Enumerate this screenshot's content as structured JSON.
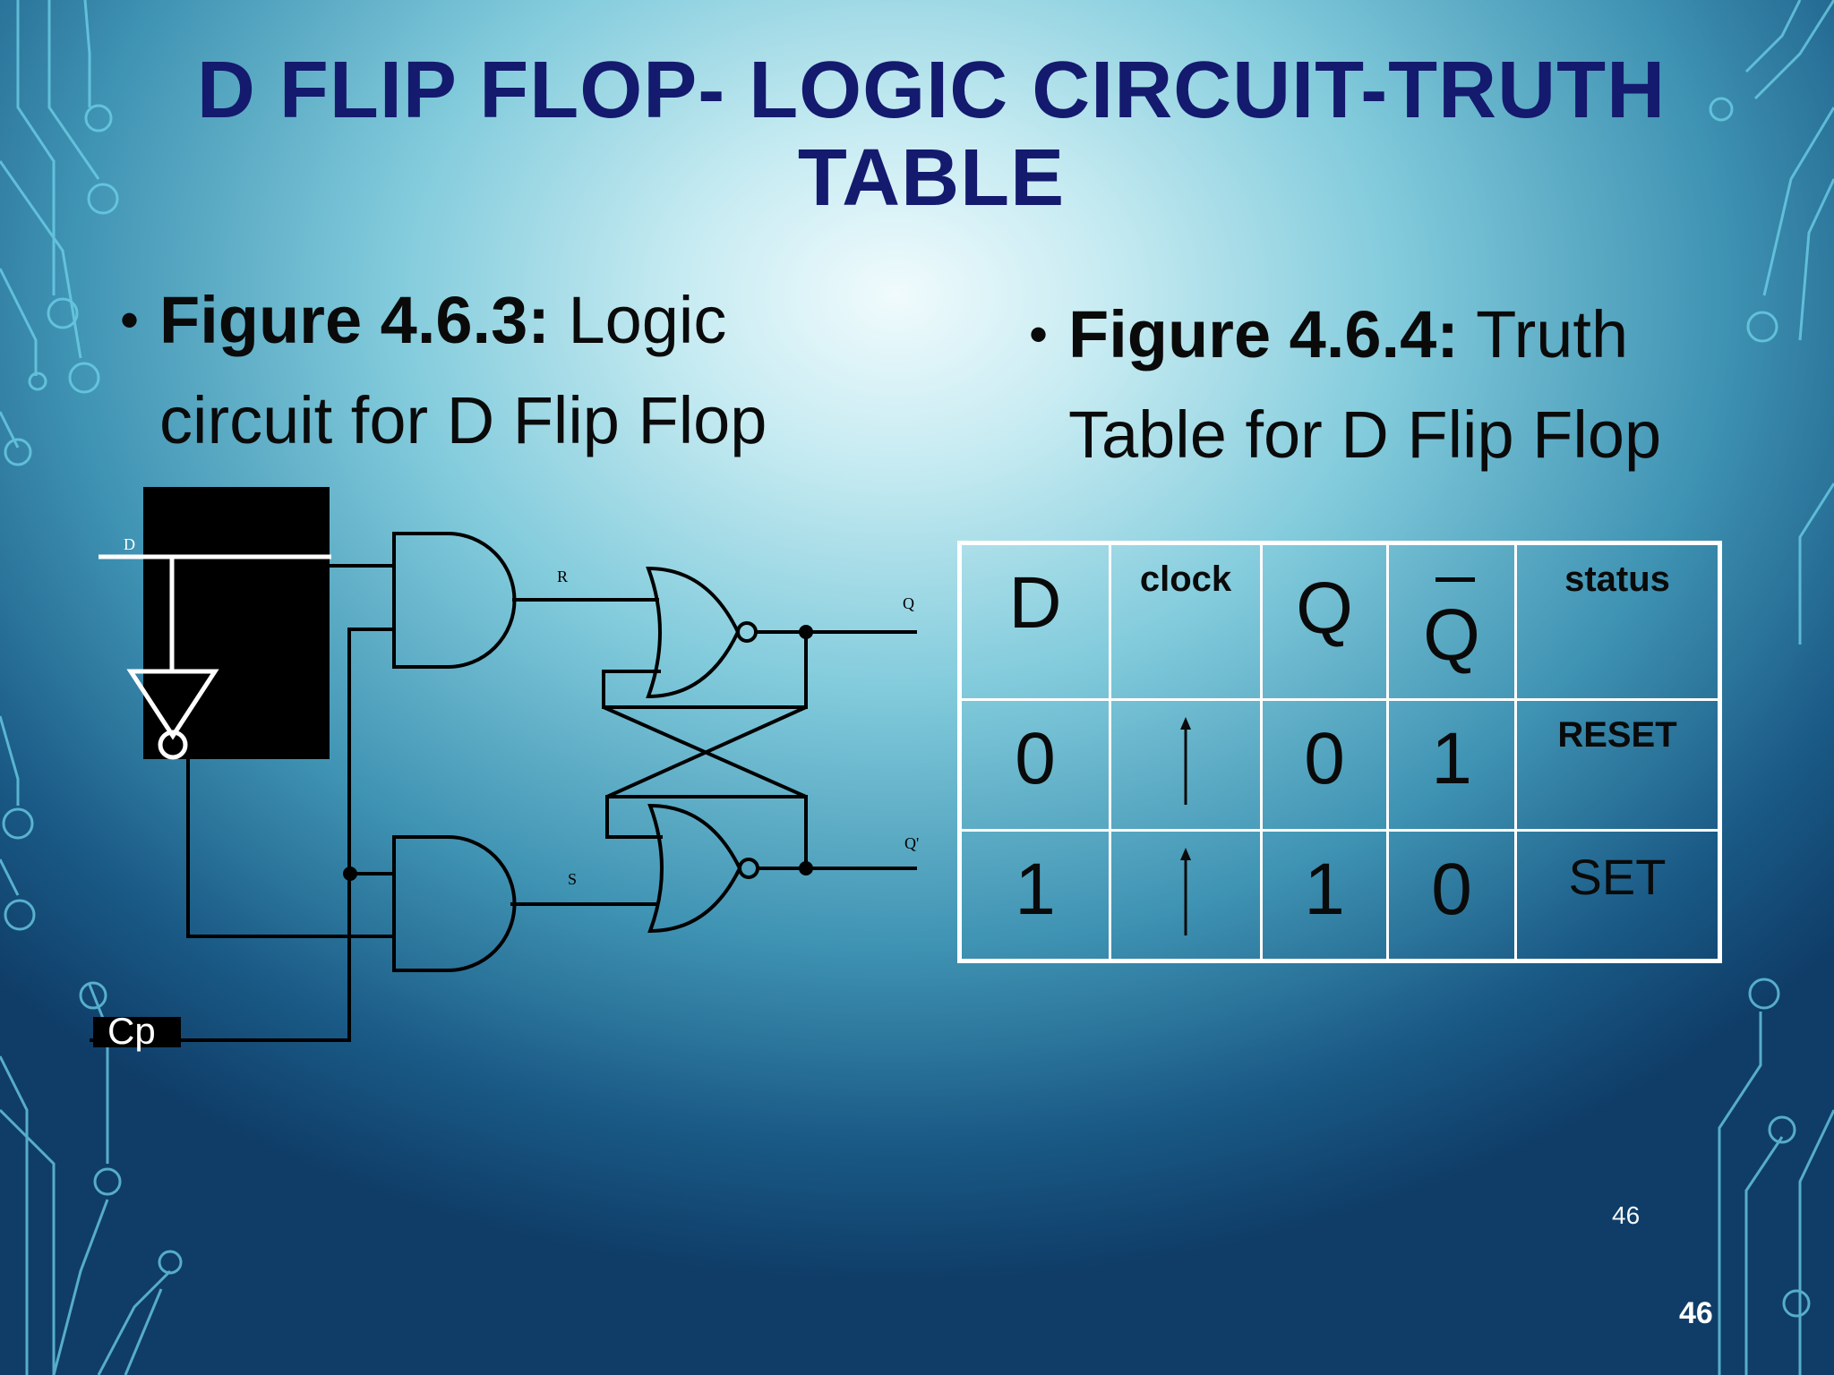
{
  "slide": {
    "title": "D FLIP FLOP- LOGIC CIRCUIT-TRUTH TABLE",
    "bullet_left": {
      "label": "Figure 4.6.3:",
      "text": " Logic circuit for D Flip Flop"
    },
    "bullet_right": {
      "label": "Figure 4.6.4:",
      "text": " Truth Table for D Flip Flop"
    },
    "page_number_small": "46",
    "page_number_large": "46"
  },
  "circuit": {
    "input_d": "D",
    "clock_input": "Cp",
    "signal_r": "R",
    "signal_s": "S",
    "output_q": "Q",
    "output_q_prime": "Q'"
  },
  "truth_table": {
    "headers": {
      "d": "D",
      "clock": "clock",
      "q": "Q",
      "q_bar": "Q",
      "status": "status"
    },
    "rows": [
      {
        "d": "0",
        "clock": "rising-edge-arrow",
        "q": "0",
        "q_bar": "1",
        "status": "RESET"
      },
      {
        "d": "1",
        "clock": "rising-edge-arrow",
        "q": "1",
        "q_bar": "0",
        "status": "SET"
      }
    ]
  },
  "colors": {
    "title": "#141a6e",
    "circuit_trace": "#6fd3ea",
    "table_border": "#ffffff"
  }
}
